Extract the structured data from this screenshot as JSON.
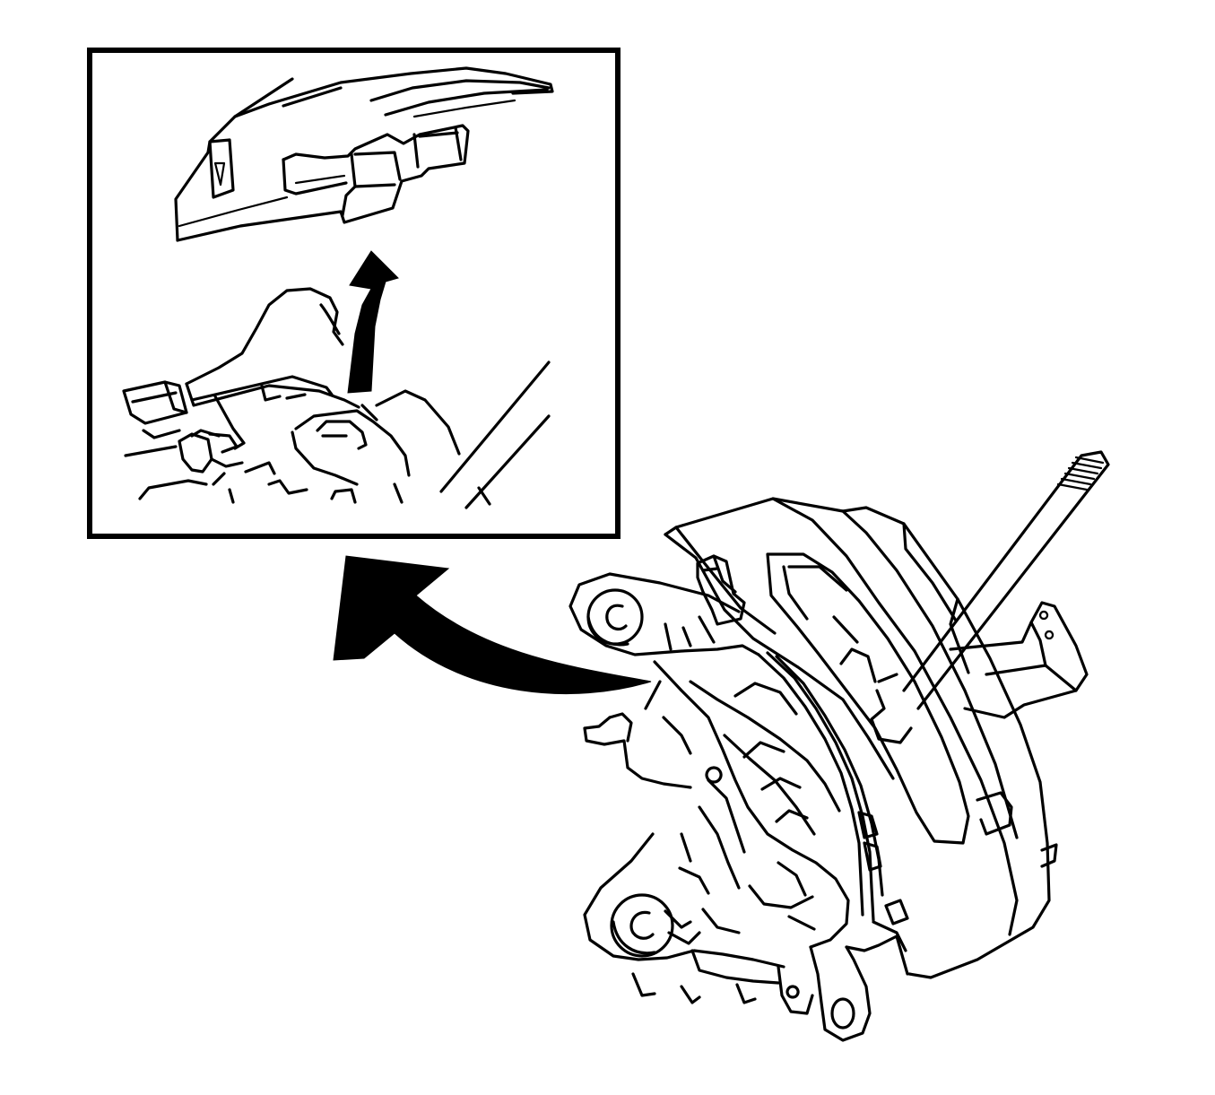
{
  "diagram": {
    "description_colors": {
      "line": "#000000",
      "background": "#ffffff"
    },
    "detail_view": {
      "frame_icon": "detail-inset-frame"
    },
    "arrows": {
      "lift_arrow_icon": "curved-up-arrow",
      "callout_arrow_icon": "curved-left-arrow"
    },
    "assembly_icon": "shifter-assembly"
  }
}
